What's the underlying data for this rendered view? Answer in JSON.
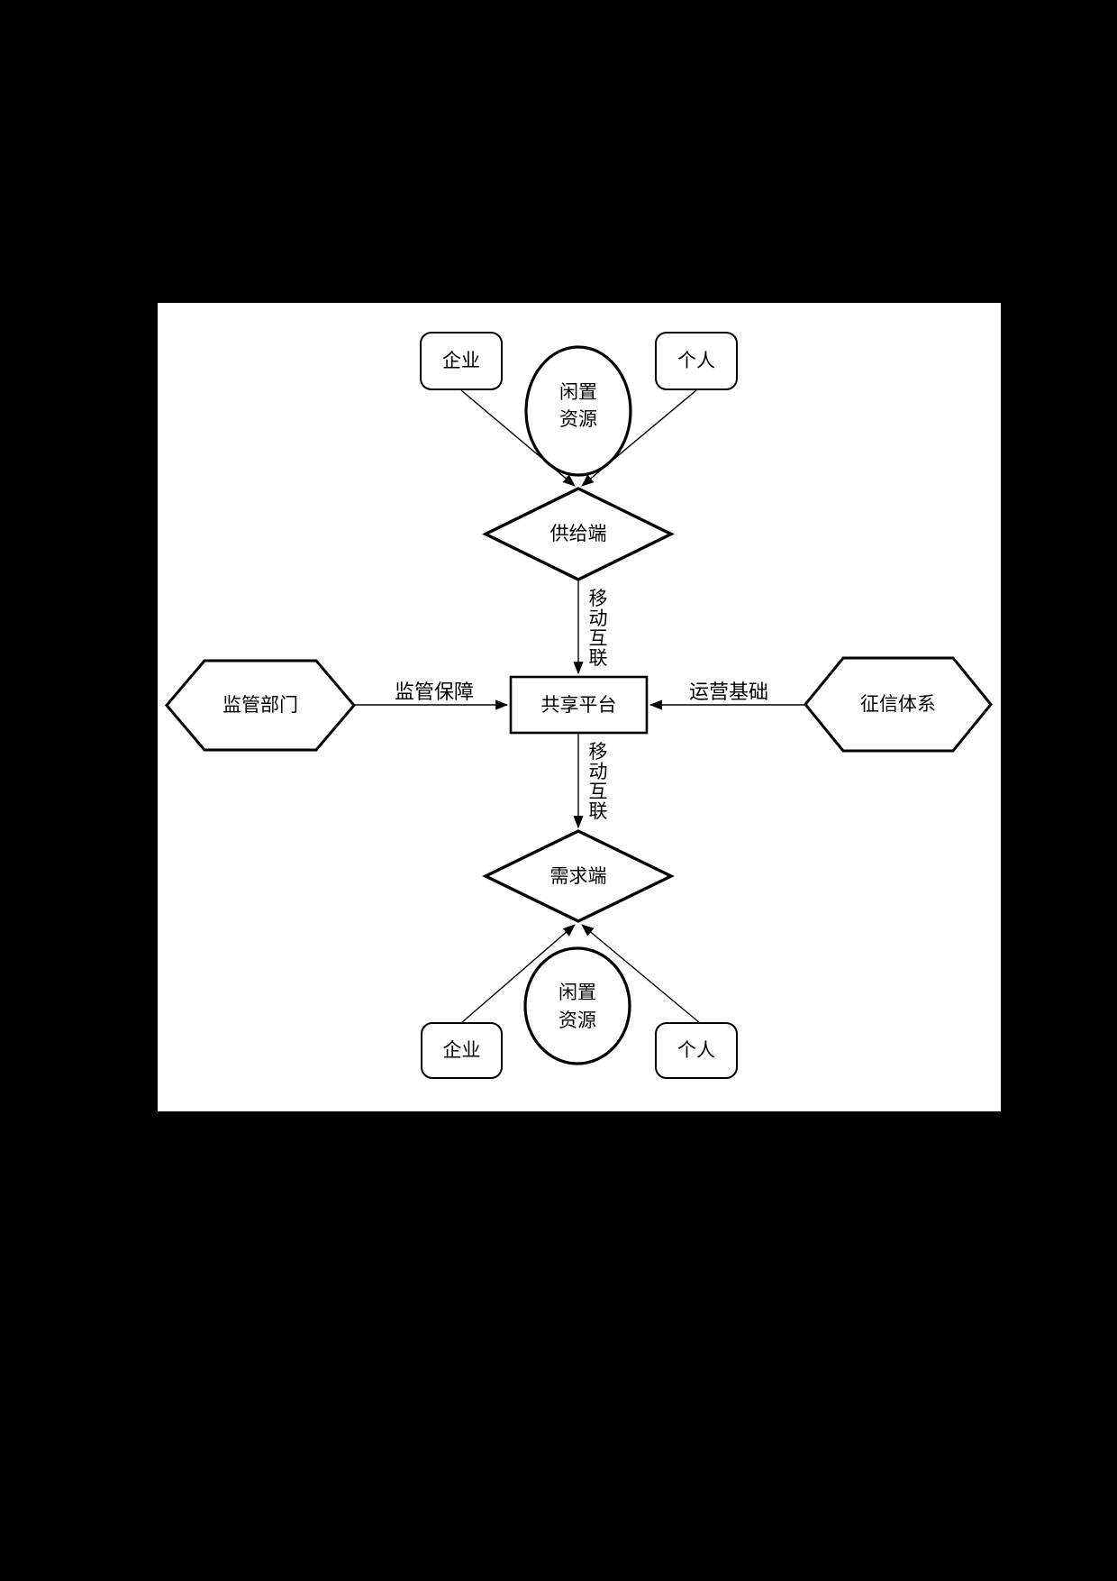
{
  "colors": {
    "background": "#000000",
    "panel": "#ffffff",
    "stroke": "#000000",
    "text": "#000000"
  },
  "diagram": {
    "top": {
      "enterprise": "企业",
      "individual": "个人",
      "idle_resources_line1": "闲置",
      "idle_resources_line2": "资源",
      "supply_node": "供给端"
    },
    "center": {
      "platform": "共享平台",
      "regulator": "监管部门",
      "credit_system": "征信体系",
      "edge_regulatory_guarantee": "监管保障",
      "edge_operation_basis": "运营基础",
      "edge_mobile_internet_upper": "移动互联",
      "edge_mobile_internet_lower": "移动互联"
    },
    "bottom": {
      "demand_node": "需求端",
      "idle_resources_line1": "闲置",
      "idle_resources_line2": "资源",
      "enterprise": "企业",
      "individual": "个人"
    }
  }
}
